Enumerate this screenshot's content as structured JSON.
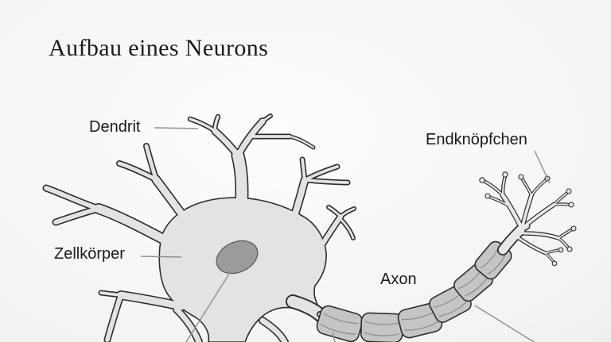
{
  "title": "Aufbau eines Neurons",
  "labels": {
    "dendrit": "Dendrit",
    "zellkoerper": "Zellkörper",
    "axon": "Axon",
    "endknoepfchen": "Endknöpfchen"
  },
  "colors": {
    "bg-center": "#fdfdfd",
    "bg-mid": "#f3f3f3",
    "bg-edge": "#e2e2e2",
    "soma-fill": "#e3e3e3",
    "outline": "#2d2d2d",
    "nucleus-fill": "#9b9b9b",
    "nucleus-stroke": "#5f5f5f",
    "myelin-fill": "#c5c5c5",
    "myelin-line": "#8f8f8f",
    "terminal-fill": "#e8e8e8",
    "pointer-line": "#8f8f8f",
    "text": "#1a1a1a"
  }
}
